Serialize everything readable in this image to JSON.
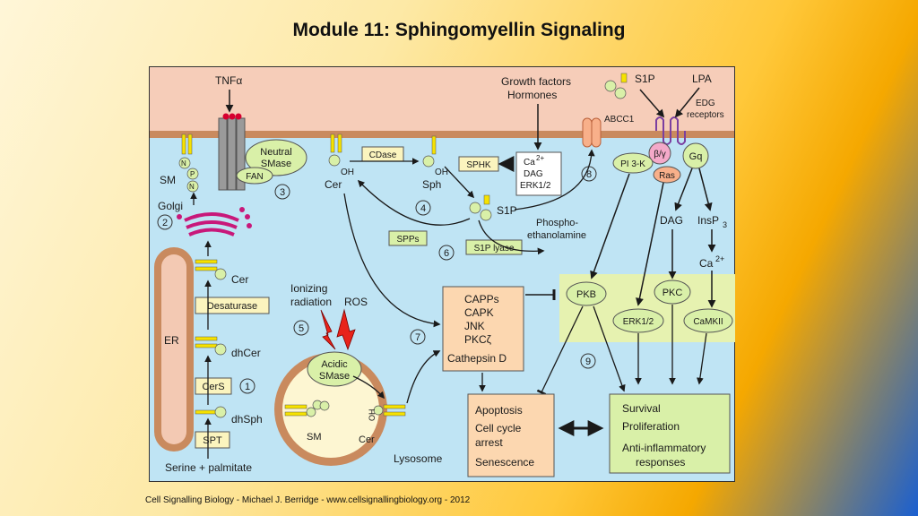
{
  "title": "Module 11: Sphingomyellin Signaling",
  "footer": "Cell Signalling Biology - Michael J. Berridge - www.cellsignallingbiology.org - 2012",
  "colors": {
    "extracellular": "#f6cdb9",
    "membrane": "#c98a5e",
    "cytoplasm": "#bfe4f4",
    "label_box": "#fbf4be",
    "green_box": "#d9f0a8",
    "orange_box": "#fcd7b0",
    "lipid_yellow": "#f6e200",
    "ros_red": "#e8231a"
  },
  "labels": {
    "tnf": "TNFα",
    "neutral_smase": [
      "Neutral",
      "SMase"
    ],
    "fan": "FAN",
    "cdase": "CDase",
    "sm_top": "SM",
    "cer_top": "Cer",
    "sph": "Sph",
    "oh1": "OH",
    "oh2": "OH",
    "n": "N",
    "p": "P",
    "sphk": "SPHK",
    "growth_factors": [
      "Growth factors",
      "Hormones"
    ],
    "ca2_box": [
      "Ca",
      "2+",
      "DAG",
      "ERK1/2"
    ],
    "s1p_top": "S1P",
    "lpa": "LPA",
    "abcc1": "ABCC1",
    "edg": [
      "EDG",
      "receptors"
    ],
    "beta_gamma": "β/γ",
    "gq": "Gq",
    "pi3k": "PI 3-K",
    "ras": "Ras",
    "golgi": "Golgi",
    "s1p_mid": "S1P",
    "spps": "SPPs",
    "s1p_lyase": "S1P lyase",
    "phospho": [
      "Phospho-",
      "ethanolamine"
    ],
    "dag": "DAG",
    "insp3": "InsP",
    "insp3_sub": "3",
    "ca2": "Ca",
    "ca2_sup": "2+",
    "er": "ER",
    "cer_er": "Cer",
    "desaturase": "Desaturase",
    "dhcer": "dhCer",
    "cers": "CerS",
    "dhsph": "dhSph",
    "spt": "SPT",
    "serine": "Serine + palmitate",
    "ionizing": [
      "Ionizing",
      "radiation"
    ],
    "ros": "ROS",
    "acidic_smase": [
      "Acidic",
      "SMase"
    ],
    "sm_lyso": "SM",
    "cer_lyso": "Cer",
    "lysosome": "Lysosome",
    "capps_list": [
      "CAPPs",
      "CAPK",
      "JNK",
      "PKCζ"
    ],
    "cathepsin": "Cathepsin D",
    "pkb": "PKB",
    "pkc": "PKC",
    "erk12": "ERK1/2",
    "camkii": "CaMKII",
    "apoptosis": [
      "Apoptosis",
      "Cell cycle",
      "arrest",
      "Senescence"
    ],
    "survival": [
      "Survival",
      "Proliferation",
      "Anti-inflammatory",
      "responses"
    ],
    "step1": "1",
    "step2": "2",
    "step3": "3",
    "step4": "4",
    "step5": "5",
    "step6": "6",
    "step7": "7",
    "step8": "8",
    "step9": "9"
  }
}
